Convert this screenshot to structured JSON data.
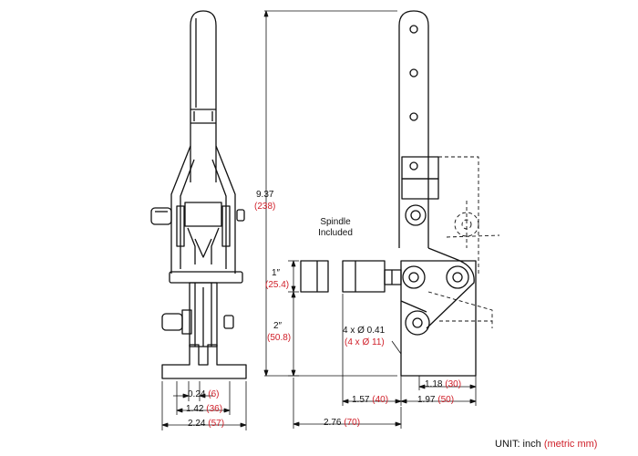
{
  "dimensions": {
    "height_overall": {
      "inch": "9.37",
      "mm": "(238)"
    },
    "spindle_label": [
      "Spindle",
      "Included"
    ],
    "spindle_width": {
      "inch": "1″",
      "mm": "(25.4)"
    },
    "spindle_height": {
      "inch": "2″",
      "mm": "(50.8)"
    },
    "holes": {
      "inch": "4 x Ø 0.41",
      "mm": "(4 x Ø 11)"
    },
    "base_right": {
      "inch": "1.18",
      "mm": "(30)"
    },
    "spindle_to_hole": {
      "inch": "1.57",
      "mm": "(40)"
    },
    "hole_to_edge": {
      "inch": "1.97",
      "mm": "(50)"
    },
    "base_depth": {
      "inch": "2.76",
      "mm": "(70)"
    },
    "slot_width": {
      "inch": "0.24",
      "mm": "(6)"
    },
    "slot_spacing": {
      "inch": "1.42",
      "mm": "(36)"
    },
    "base_width": {
      "inch": "2.24",
      "mm": "(57)"
    }
  },
  "unit_note": {
    "prefix": "UNIT: inch",
    "suffix": "(metric mm)"
  },
  "colors": {
    "line": "#111111",
    "metric": "#d0202a"
  }
}
